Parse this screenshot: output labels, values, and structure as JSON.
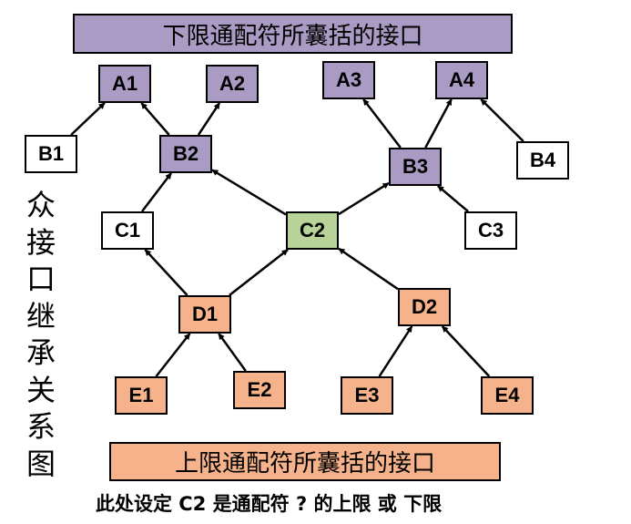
{
  "top_banner": {
    "text": "下限通配符所囊括的接口",
    "color": "#a99bc4"
  },
  "bottom_banner": {
    "text": "上限通配符所囊括的接口",
    "color": "#f6b38b"
  },
  "side_title": [
    "众",
    "接",
    "口",
    "继",
    "承",
    "关",
    "系",
    "图"
  ],
  "caption": "此处设定 C2 是通配符 ? 的上限 或 下限",
  "nodes": {
    "A1": {
      "label": "A1",
      "fill": "purple"
    },
    "A2": {
      "label": "A2",
      "fill": "purple"
    },
    "A3": {
      "label": "A3",
      "fill": "purple"
    },
    "A4": {
      "label": "A4",
      "fill": "purple"
    },
    "B1": {
      "label": "B1",
      "fill": "white"
    },
    "B2": {
      "label": "B2",
      "fill": "purple"
    },
    "B3": {
      "label": "B3",
      "fill": "purple"
    },
    "B4": {
      "label": "B4",
      "fill": "white"
    },
    "C1": {
      "label": "C1",
      "fill": "white"
    },
    "C2": {
      "label": "C2",
      "fill": "green"
    },
    "C3": {
      "label": "C3",
      "fill": "white"
    },
    "D1": {
      "label": "D1",
      "fill": "orange"
    },
    "D2": {
      "label": "D2",
      "fill": "orange"
    },
    "E1": {
      "label": "E1",
      "fill": "orange"
    },
    "E2": {
      "label": "E2",
      "fill": "orange"
    },
    "E3": {
      "label": "E3",
      "fill": "orange"
    },
    "E4": {
      "label": "E4",
      "fill": "orange"
    }
  },
  "edges": [
    {
      "from": "B1",
      "to": "A1"
    },
    {
      "from": "B2",
      "to": "A1"
    },
    {
      "from": "B2",
      "to": "A2"
    },
    {
      "from": "B3",
      "to": "A3"
    },
    {
      "from": "B3",
      "to": "A4"
    },
    {
      "from": "B4",
      "to": "A4"
    },
    {
      "from": "C1",
      "to": "B2"
    },
    {
      "from": "C2",
      "to": "B2"
    },
    {
      "from": "C2",
      "to": "B3"
    },
    {
      "from": "C3",
      "to": "B3"
    },
    {
      "from": "D1",
      "to": "C1"
    },
    {
      "from": "D1",
      "to": "C2"
    },
    {
      "from": "D2",
      "to": "C2"
    },
    {
      "from": "E1",
      "to": "D1"
    },
    {
      "from": "E2",
      "to": "D1"
    },
    {
      "from": "E3",
      "to": "D2"
    },
    {
      "from": "E4",
      "to": "D2"
    }
  ]
}
